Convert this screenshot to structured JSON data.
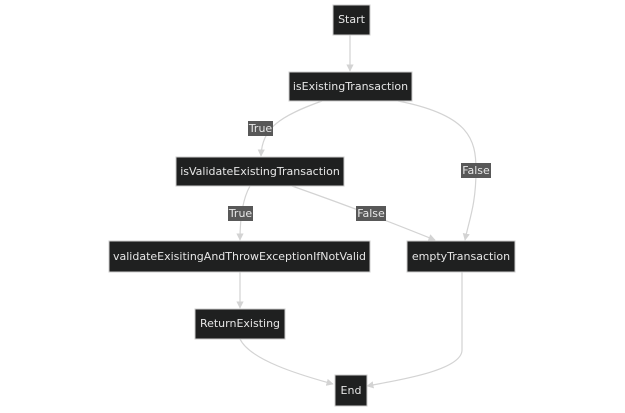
{
  "diagram": {
    "nodes": {
      "start": "Start",
      "is_existing": "isExistingTransaction",
      "is_validate": "isValidateExistingTransaction",
      "validate_throw": "validateExisitingAndThrowExceptionIfNotValid",
      "empty": "emptyTransaction",
      "return_existing": "ReturnExisting",
      "end": "End"
    },
    "edge_labels": {
      "existing_true": "True",
      "existing_false": "False",
      "validate_true": "True",
      "validate_false": "False"
    }
  },
  "colors": {
    "node_fill": "#1f2020",
    "node_border": "#cccccc",
    "node_text": "#e6e6e6",
    "edge": "#d3d3d3",
    "edge_label_bg": "#585858",
    "edge_label_text": "#e8e8e8"
  }
}
